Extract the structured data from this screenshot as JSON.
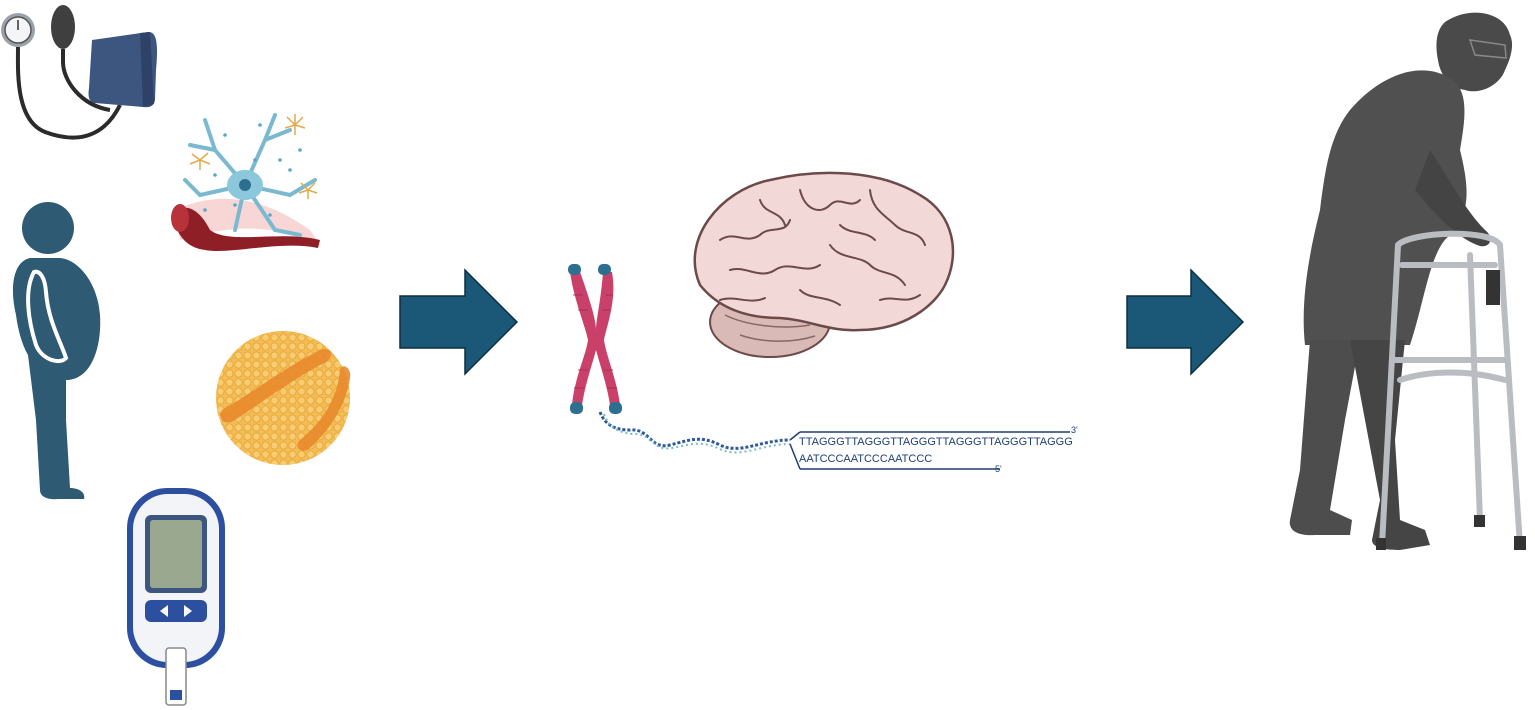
{
  "telomere": {
    "strand_top": "TTAGGGTTAGGGTTAGGGTTAGGGTTAGGGTTAGGG",
    "strand_bottom": "AATCCCAATCCCAATCCC",
    "end_top": "3'",
    "end_bottom": "5'"
  },
  "colors": {
    "arrow": "#1b5877",
    "silhouette": "#555555",
    "navy_figure": "#2f5a73",
    "chromosome": "#c9416b",
    "brain": "#f2d9d7",
    "fat_cell": "#f0b348",
    "glucometer_body": "#f2f4f8"
  },
  "icons": [
    "blood-pressure-monitor-icon",
    "neuron-blood-vessel-icon",
    "obese-person-icon",
    "adipocyte-icon",
    "glucometer-icon",
    "chromosome-icon",
    "brain-icon",
    "elderly-person-walker-icon"
  ]
}
